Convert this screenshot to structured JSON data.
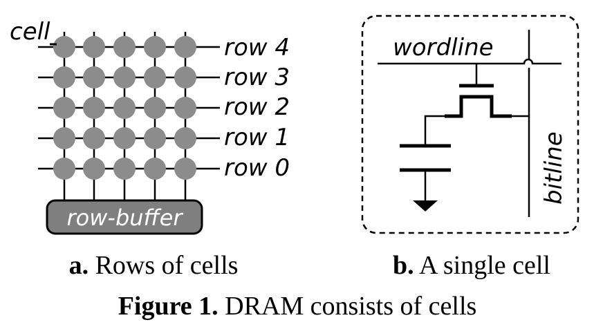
{
  "panel_a": {
    "cell_label": "cell",
    "rows": [
      "row 4",
      "row 3",
      "row 2",
      "row 1",
      "row 0"
    ],
    "buffer_label": "row-buffer",
    "caption_prefix": "a.",
    "caption_text": " Rows of cells"
  },
  "panel_b": {
    "wordline_label": "wordline",
    "bitline_label": "bitline",
    "caption_prefix": "b.",
    "caption_text": " A single cell"
  },
  "figure": {
    "caption_prefix": "Figure 1.",
    "caption_text": " DRAM consists of cells"
  },
  "colors": {
    "cell_fill": "#8c8c8c",
    "buffer_fill": "#7f7f7f",
    "line": "#000000"
  }
}
